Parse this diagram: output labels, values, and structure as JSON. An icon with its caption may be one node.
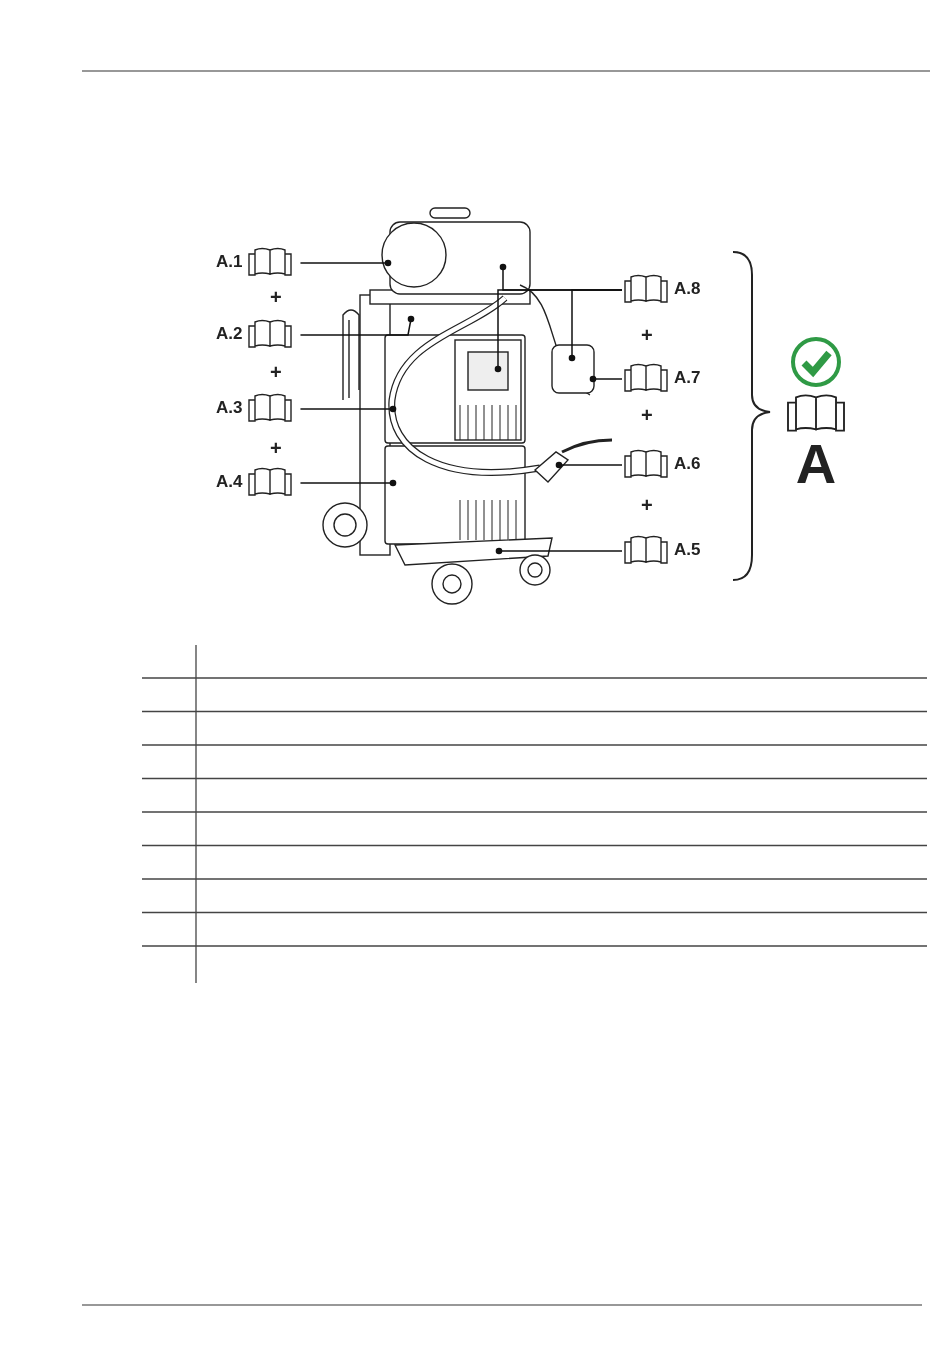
{
  "diagram": {
    "nodes": [
      {
        "text": [
          "A.1"
        ]
      },
      {
        "text": [
          "A.2"
        ]
      },
      {
        "text": [
          "A.3"
        ]
      },
      {
        "text": [
          "A.4"
        ]
      },
      {
        "text": [
          "A.8"
        ]
      },
      {
        "text": [
          "A.7"
        ]
      },
      {
        "text": [
          "A.6"
        ]
      },
      {
        "text": [
          "A.5"
        ]
      },
      {
        "text": [
          "A"
        ]
      }
    ],
    "edges": [
      {
        "from": 0,
        "to": null,
        "arrow": "other"
      },
      {
        "from": 1,
        "to": null,
        "arrow": "other"
      },
      {
        "from": 2,
        "to": null,
        "arrow": "other"
      },
      {
        "from": 3,
        "to": null,
        "arrow": "other"
      },
      {
        "from": 4,
        "to": null,
        "arrow": "other"
      },
      {
        "from": 4,
        "to": null,
        "arrow": "other"
      },
      {
        "from": 4,
        "to": null,
        "arrow": "other"
      },
      {
        "from": 5,
        "to": null,
        "arrow": "other"
      },
      {
        "from": 6,
        "to": null,
        "arrow": "other"
      },
      {
        "from": 7,
        "to": null,
        "arrow": "other"
      }
    ],
    "labels": [
      "+",
      "+",
      "+",
      "+",
      "+",
      "+"
    ]
  }
}
